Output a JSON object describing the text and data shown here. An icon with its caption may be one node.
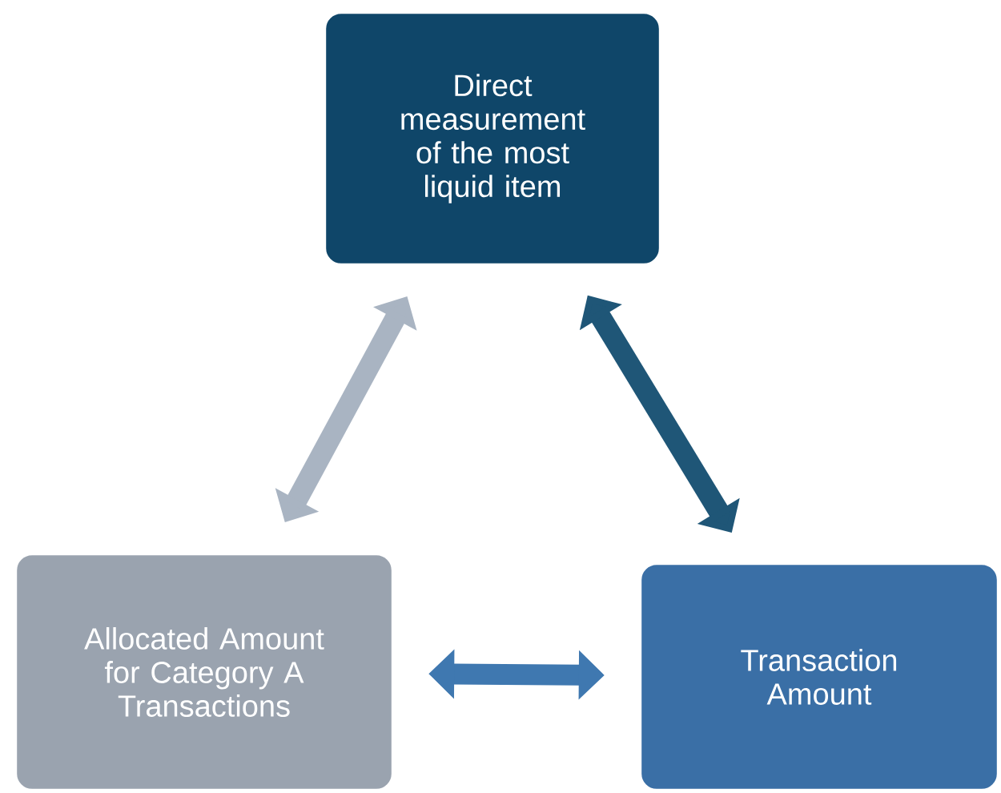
{
  "diagram": {
    "nodes": [
      {
        "text": [
          "Direct measurement of the most liquid item"
        ]
      },
      {
        "text": [
          "Allocated Amount for Category A Transactions"
        ]
      },
      {
        "text": [
          "Transaction Amount"
        ]
      }
    ],
    "edges": [
      {
        "from": 0,
        "to": 1,
        "arrow": "both",
        "color": "#a9b4c2"
      },
      {
        "from": 0,
        "to": 2,
        "arrow": "both",
        "color": "#1f5677"
      },
      {
        "from": 1,
        "to": 2,
        "arrow": "both",
        "color": "#3f78b0"
      }
    ]
  }
}
